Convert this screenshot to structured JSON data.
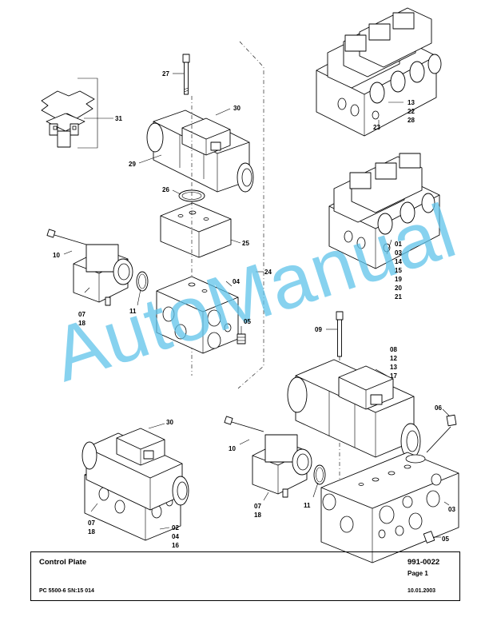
{
  "callouts": {
    "c27": "27",
    "c30a": "30",
    "c31": "31",
    "c29": "29",
    "c26": "26",
    "c25": "25",
    "c24": "24",
    "c10a": "10",
    "c04a": "04",
    "c11a": "11",
    "c05a": "05",
    "c07a": "07",
    "c18a": "18",
    "c09": "09",
    "c08": "08",
    "c12": "12",
    "c13b": "13",
    "c17": "17",
    "c13a": "13",
    "c22": "22",
    "c28": "28",
    "c23": "23",
    "c01": "01",
    "c03a": "03",
    "c14": "14",
    "c15": "15",
    "c19": "19",
    "c20": "20",
    "c21": "21",
    "c30b": "30",
    "c10b": "10",
    "c06": "06",
    "c07b": "07",
    "c18b": "18",
    "c07c": "07",
    "c18c": "18",
    "c02": "02",
    "c04b": "04",
    "c16": "16",
    "c11b": "11",
    "c03b": "03",
    "c05b": "05"
  },
  "watermark": "AutoManual",
  "footer": {
    "title": "Control Plate",
    "doc_number": "991-0022",
    "page": "Page 1",
    "model": "PC 5500-6 SN:15 014",
    "date": "10.01.2003"
  }
}
